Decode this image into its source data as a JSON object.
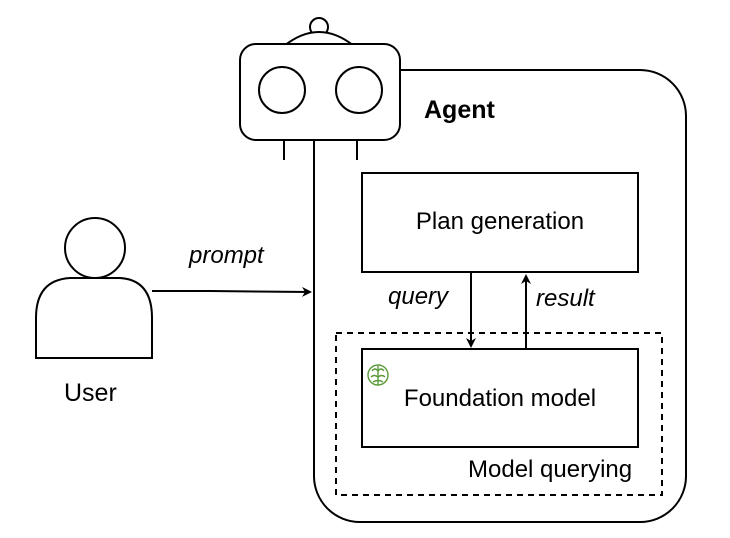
{
  "diagram": {
    "agent": {
      "title": "Agent"
    },
    "plan_generation": {
      "label": "Plan generation"
    },
    "foundation_model": {
      "label": "Foundation model",
      "icon": "brain-icon",
      "icon_color": "#5a9a3a"
    },
    "model_querying": {
      "label": "Model querying"
    },
    "user": {
      "label": "User"
    },
    "edges": {
      "prompt": "prompt",
      "query": "query",
      "result": "result"
    }
  }
}
